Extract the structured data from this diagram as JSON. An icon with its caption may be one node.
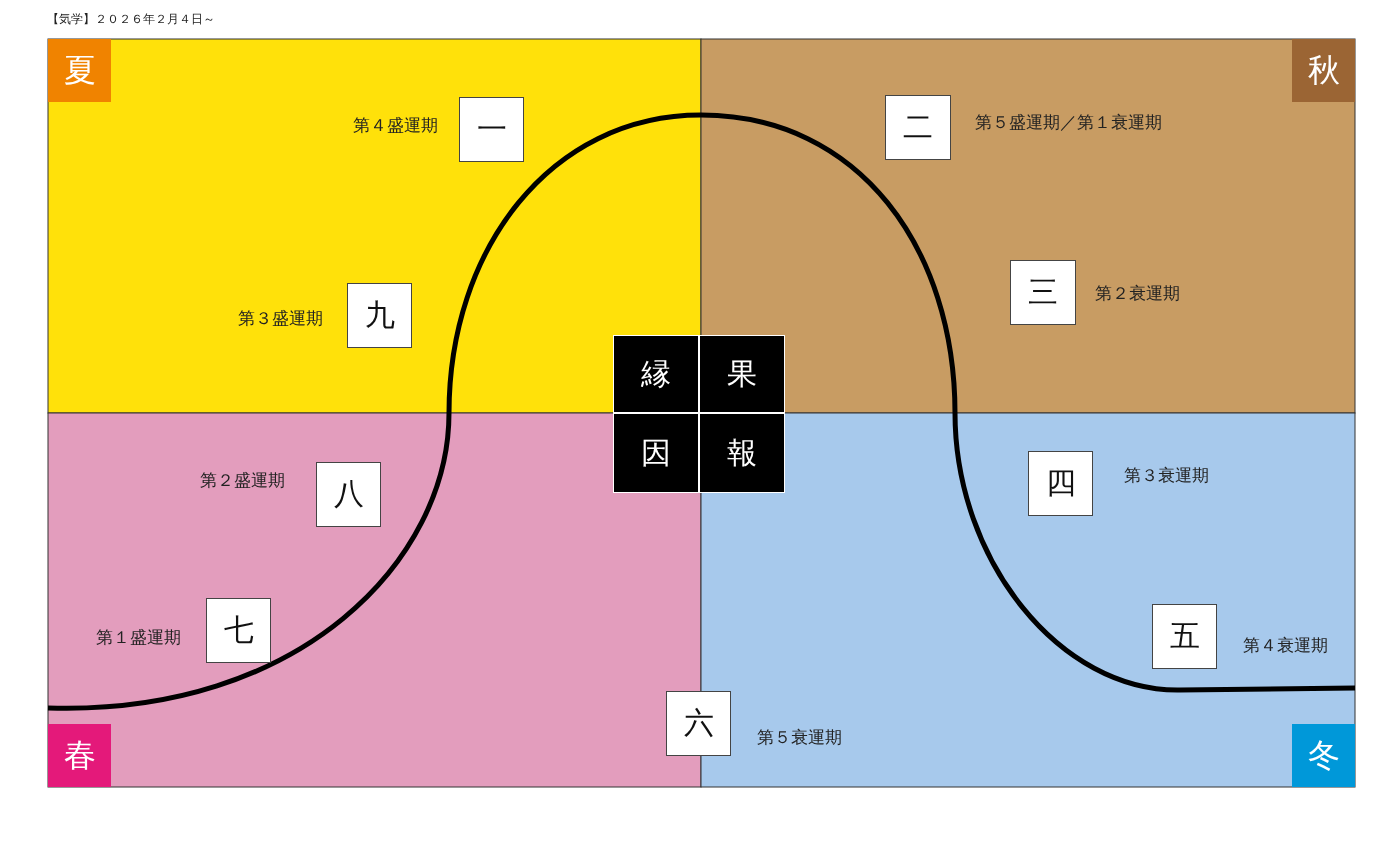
{
  "diagram": {
    "title": "【気学】２０２６年２月４日～",
    "nodes": [
      {
        "text": [
          "夏"
        ]
      },
      {
        "text": [
          "秋"
        ]
      },
      {
        "text": [
          "一"
        ],
        "beside": [
          "第４盛運期"
        ]
      },
      {
        "text": [
          "二"
        ],
        "beside": [
          "第５盛運期／第１衰運期"
        ]
      },
      {
        "text": [
          "九"
        ],
        "beside": [
          "第３盛運期"
        ]
      },
      {
        "text": [
          "三"
        ],
        "beside": [
          "第２衰運期"
        ]
      },
      {
        "text": [
          "縁"
        ]
      },
      {
        "text": [
          "果"
        ]
      },
      {
        "text": [
          "因"
        ]
      },
      {
        "text": [
          "報"
        ]
      },
      {
        "text": [
          "四"
        ],
        "beside": [
          "第３衰運期"
        ]
      },
      {
        "text": [
          "八"
        ],
        "beside": [
          "第２盛運期"
        ]
      },
      {
        "text": [
          "七"
        ],
        "beside": [
          "第１盛運期"
        ]
      },
      {
        "text": [
          "五"
        ],
        "beside": [
          "第４衰運期"
        ]
      },
      {
        "text": [
          "六"
        ],
        "beside": [
          "第５衰運期"
        ]
      },
      {
        "text": [
          "春"
        ]
      },
      {
        "text": [
          "冬"
        ]
      }
    ],
    "edges": []
  }
}
